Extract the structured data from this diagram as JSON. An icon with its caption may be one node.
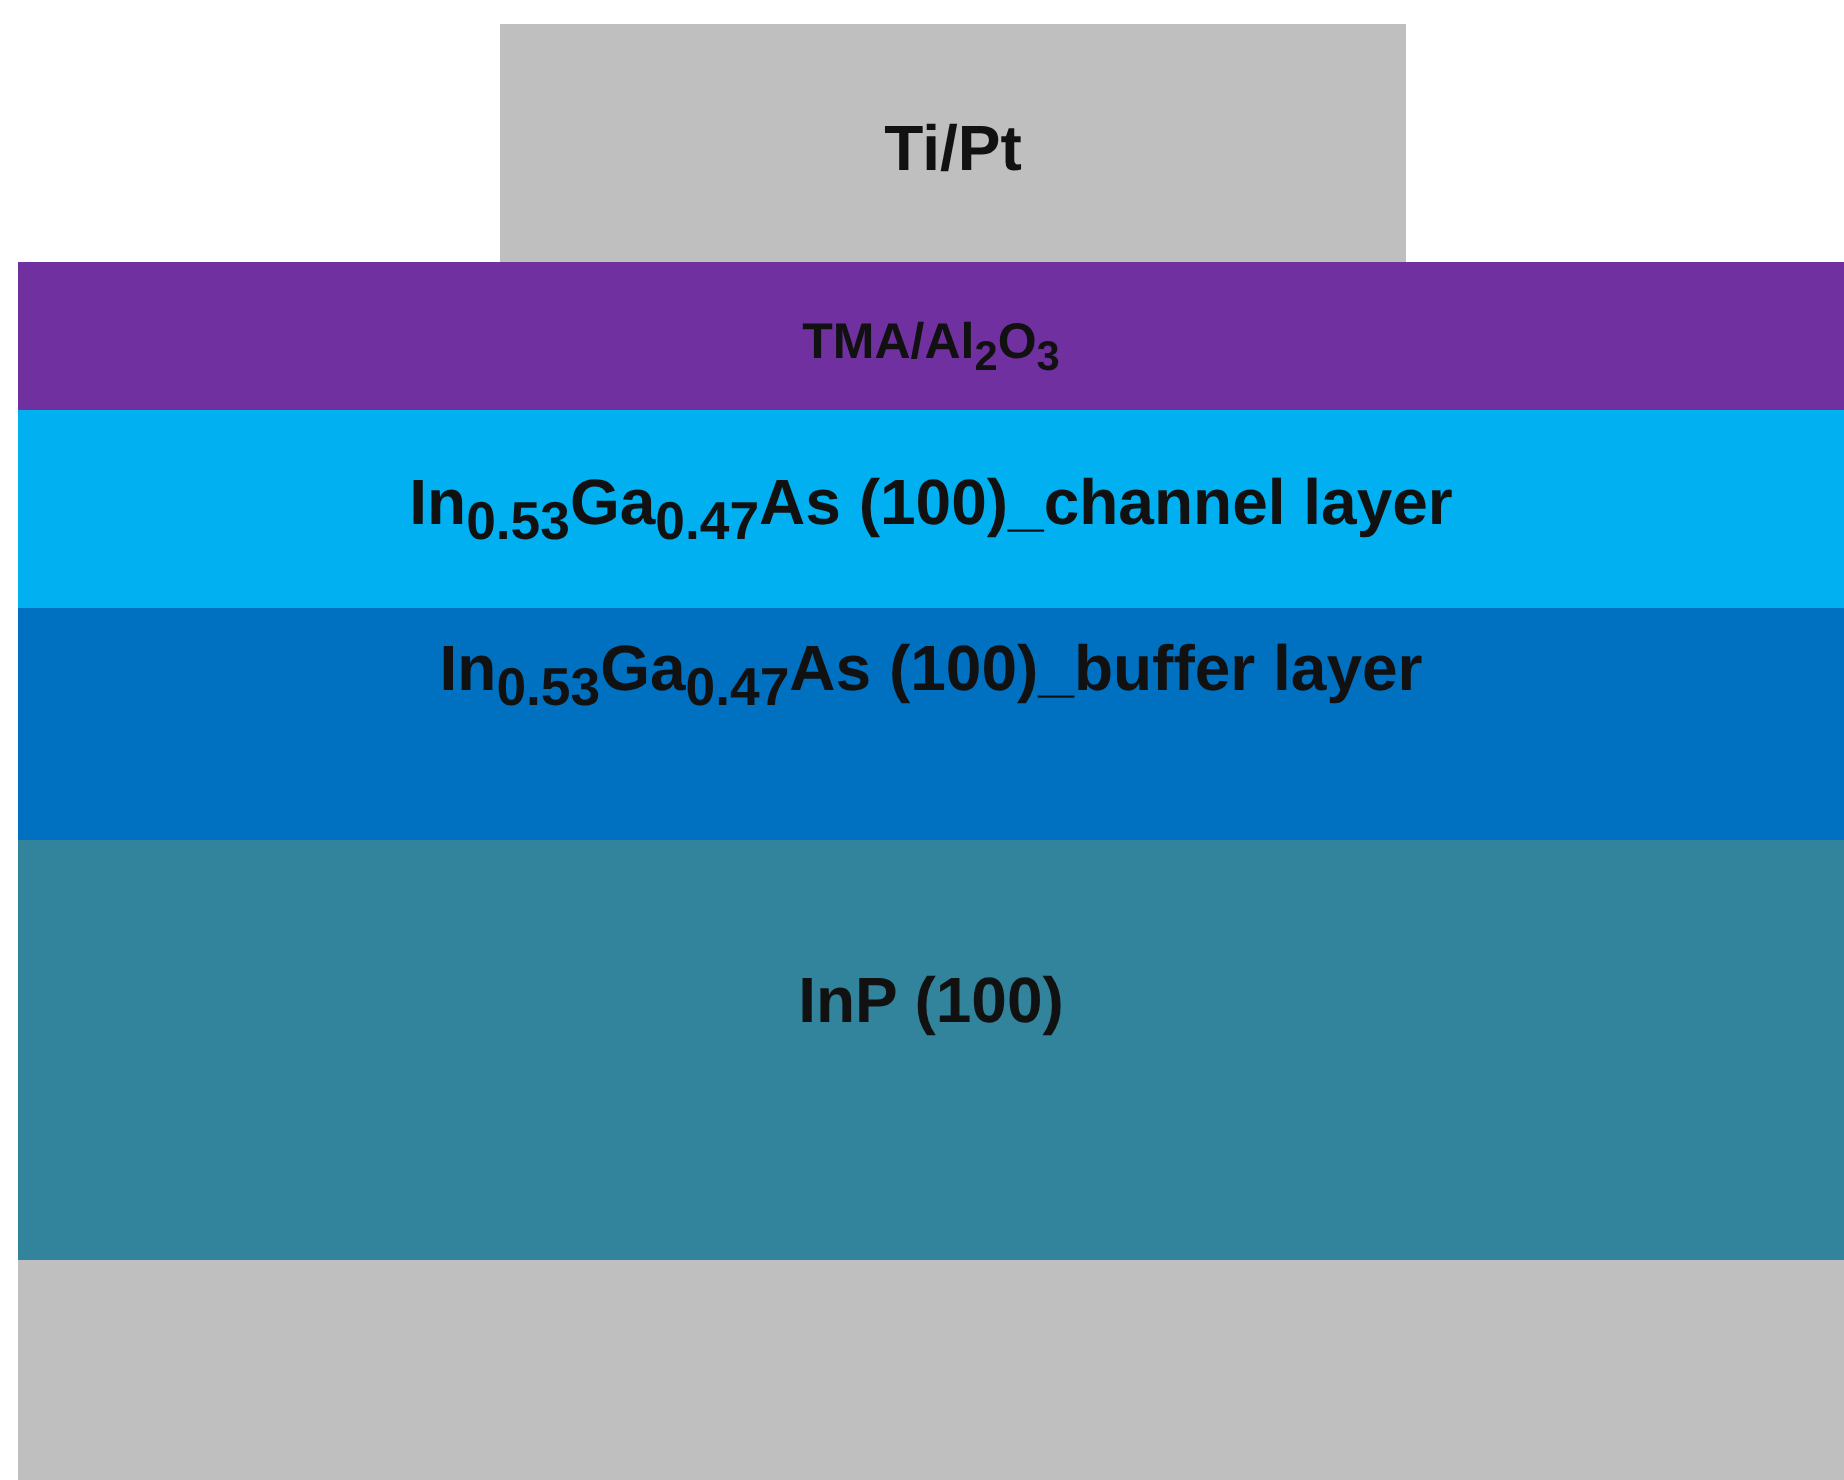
{
  "diagram": {
    "nodes": [
      {
        "text": [
          "Ti/Pt"
        ]
      },
      {
        "text": [
          "TMA/Al$_{2}$O$_{3}$"
        ]
      },
      {
        "text": [
          "In$_{0.53}$Ga$_{0.47}$As (100)_channel layer"
        ]
      },
      {
        "text": [
          "In$_{0.53}$Ga$_{0.47}$As (100)_buffer layer"
        ]
      },
      {
        "text": [
          "InP (100)"
        ]
      },
      {
        "text": [],
        "shape": "bar"
      }
    ]
  }
}
